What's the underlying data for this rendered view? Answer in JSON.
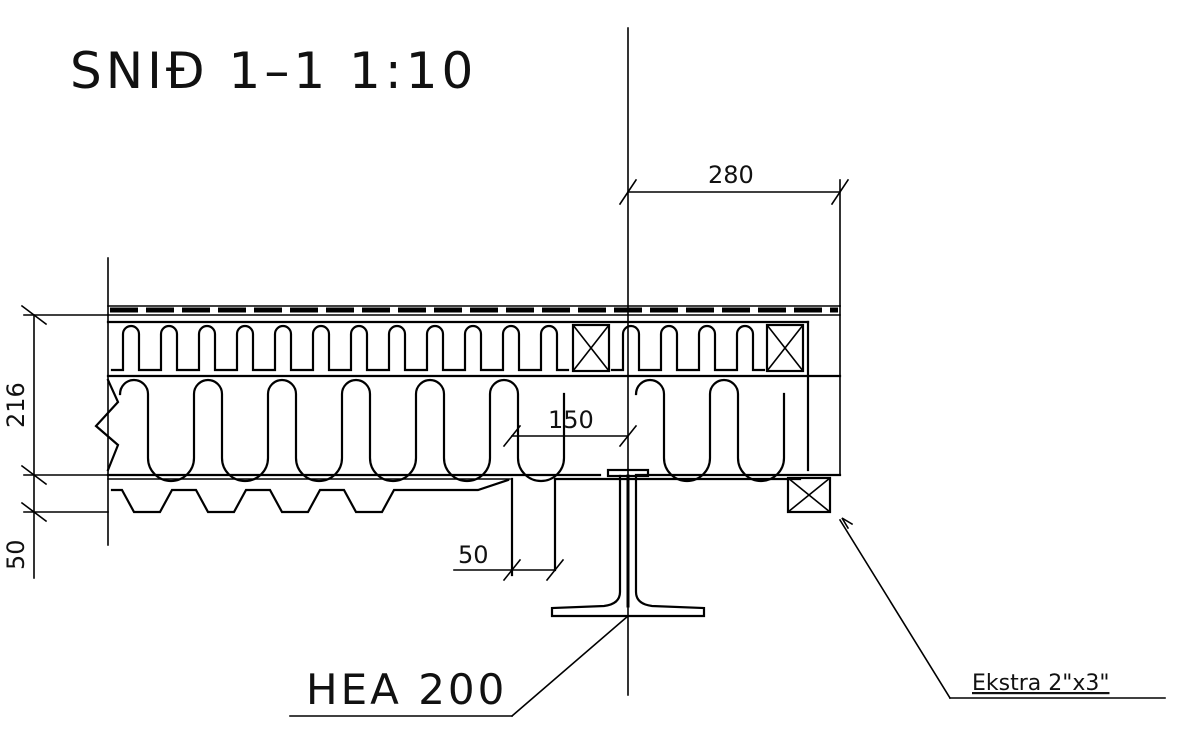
{
  "title": "SNIÐ 1–1 1:10",
  "profile_label": "HEA 200",
  "extra_label": "Ekstra 2\"x3\"",
  "dimensions": {
    "width_280": "280",
    "width_150": "150",
    "width_50": "50",
    "height_216": "216",
    "height_50": "50"
  },
  "colors": {
    "ink": "#000000",
    "background": "#ffffff"
  }
}
